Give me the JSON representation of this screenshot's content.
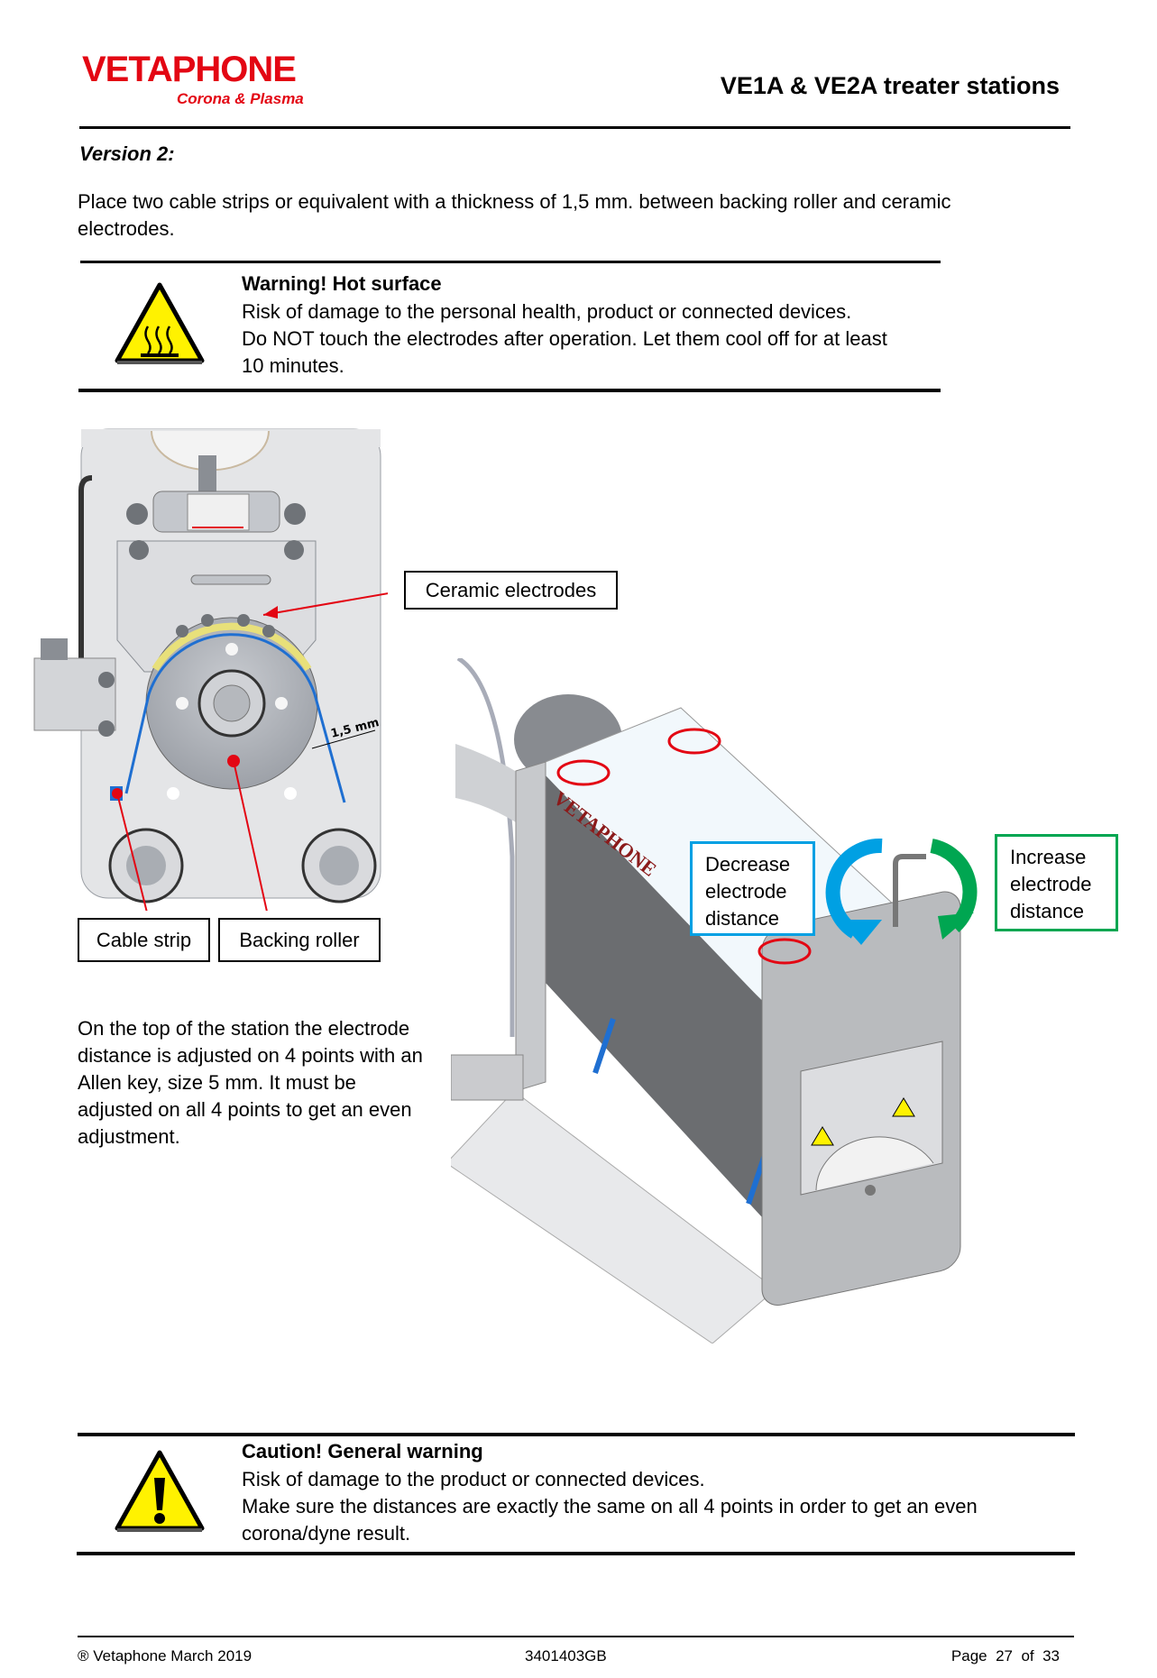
{
  "header": {
    "logo_main": "VETAPHONE",
    "logo_sub": "Corona & Plasma",
    "title": "VE1A & VE2A treater stations"
  },
  "section": {
    "heading": "Version 2:",
    "intro_line1": "Place two cable strips or equivalent with a thickness of 1,5 mm. between backing roller and ceramic",
    "intro_line2": "electrodes."
  },
  "hot_warning": {
    "icon": "hot-surface-warning-icon",
    "title": "Warning! Hot surface",
    "lines": [
      "Risk of damage to the personal health, product or connected devices.",
      "Do NOT touch the electrodes after operation. Let them cool off for at least",
      "10 minutes."
    ]
  },
  "figure_left": {
    "labels": {
      "ceramic_electrodes": "Ceramic electrodes",
      "cable_strip": "Cable strip",
      "backing_roller": "Backing roller",
      "dimension": "1,5 mm"
    }
  },
  "adjust_text": {
    "lines": [
      "On the top of the station the electrode",
      "distance is adjusted on 4 points with an",
      "Allen key, size 5 mm. It must be",
      "adjusted on all 4 points to get an even",
      "adjustment."
    ]
  },
  "figure_right": {
    "machine_brand": "VETAPHONE",
    "decrease": {
      "line1": "Decrease",
      "line2": "electrode",
      "line3": "distance",
      "color": "#00a0e3"
    },
    "increase": {
      "line1": "Increase",
      "line2": "electrode",
      "line3": "distance",
      "color": "#00a651"
    },
    "marker_color": "#e30613"
  },
  "caution": {
    "icon": "general-warning-icon",
    "title": "Caution! General warning",
    "lines": [
      "Risk of damage to the product or connected devices.",
      "Make sure the distances are exactly the same on all 4 points in order to get an even",
      "corona/dyne result."
    ]
  },
  "footer": {
    "copyright": "® Vetaphone March 2019",
    "doc_number": "3401403GB",
    "page_label": "Page",
    "page_current": "27",
    "page_of": "of",
    "page_total": "33"
  },
  "colors": {
    "brand": "#e30613",
    "warning_yellow": "#fff200"
  }
}
